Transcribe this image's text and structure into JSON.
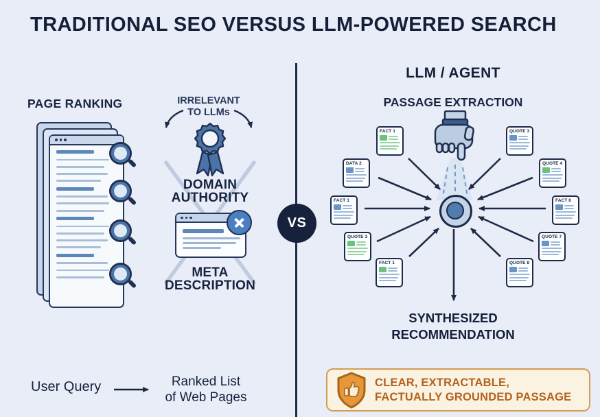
{
  "title": "TRADITIONAL SEO VERSUS LLM-POWERED SEARCH",
  "vs_badge": "VS",
  "left_panel": {
    "heading": "PAGE RANKING",
    "irrelevant_note": {
      "line1": "IRRELEVANT",
      "line2": "TO LLMs"
    },
    "domain_authority": {
      "line1": "DOMAIN",
      "line2": "AUTHORITY"
    },
    "meta_description": {
      "line1": "META",
      "line2": "DESCRIPTION"
    },
    "flow": {
      "from": "User Query",
      "to_line1": "Ranked List",
      "to_line2": "of Web Pages"
    }
  },
  "right_panel": {
    "heading": "LLM / AGENT",
    "subheading": "PASSAGE EXTRACTION",
    "cards": [
      {
        "label": "FACT 1",
        "accent": "green"
      },
      {
        "label": "DATA 2",
        "accent": "blue"
      },
      {
        "label": "FACT 1",
        "accent": "blue"
      },
      {
        "label": "QUOTE 3",
        "accent": "green"
      },
      {
        "label": "FACT 1",
        "accent": "green-blue"
      },
      {
        "label": "QUOTE 3",
        "accent": "blue"
      },
      {
        "label": "QUOTE 4",
        "accent": "green-blue"
      },
      {
        "label": "FACT 6",
        "accent": "blue"
      },
      {
        "label": "QUOTE 7",
        "accent": "blue"
      },
      {
        "label": "QUOTE 8",
        "accent": "blue"
      }
    ],
    "result": {
      "line1": "SYNTHESIZED",
      "line2": "RECOMMENDATION"
    },
    "footer_badge": {
      "line1": "CLEAR, EXTRACTABLE,",
      "line2": "FACTUALLY GROUNDED PASSAGE"
    }
  },
  "icons": {
    "page_stack": "stacked browser pages with result lines",
    "magnifier": "magnifying-glass over each ranked result",
    "award_badge": "blue rosette ribbon badge (domain authority)",
    "browser_window_x": "browser window with blue X dismiss circle",
    "cross_out": "large light X crossing out SEO signals",
    "robot_hand": "gloved hand extracting passages downward",
    "extraction_beam": "light beam from hand to target circle",
    "target_circle": "concentric blue target of extracted passages",
    "shield_thumbs_up": "orange shield with thumbs-up"
  },
  "colors": {
    "background": "#e9edf8",
    "navy": "#1b2742",
    "blue_accent": "#4a74a8",
    "green_accent": "#6cc180",
    "cross_out": "#bfcbdf",
    "orange_border": "#d69c55",
    "orange_text": "#b4611f",
    "vs_circle": "#16213c"
  }
}
